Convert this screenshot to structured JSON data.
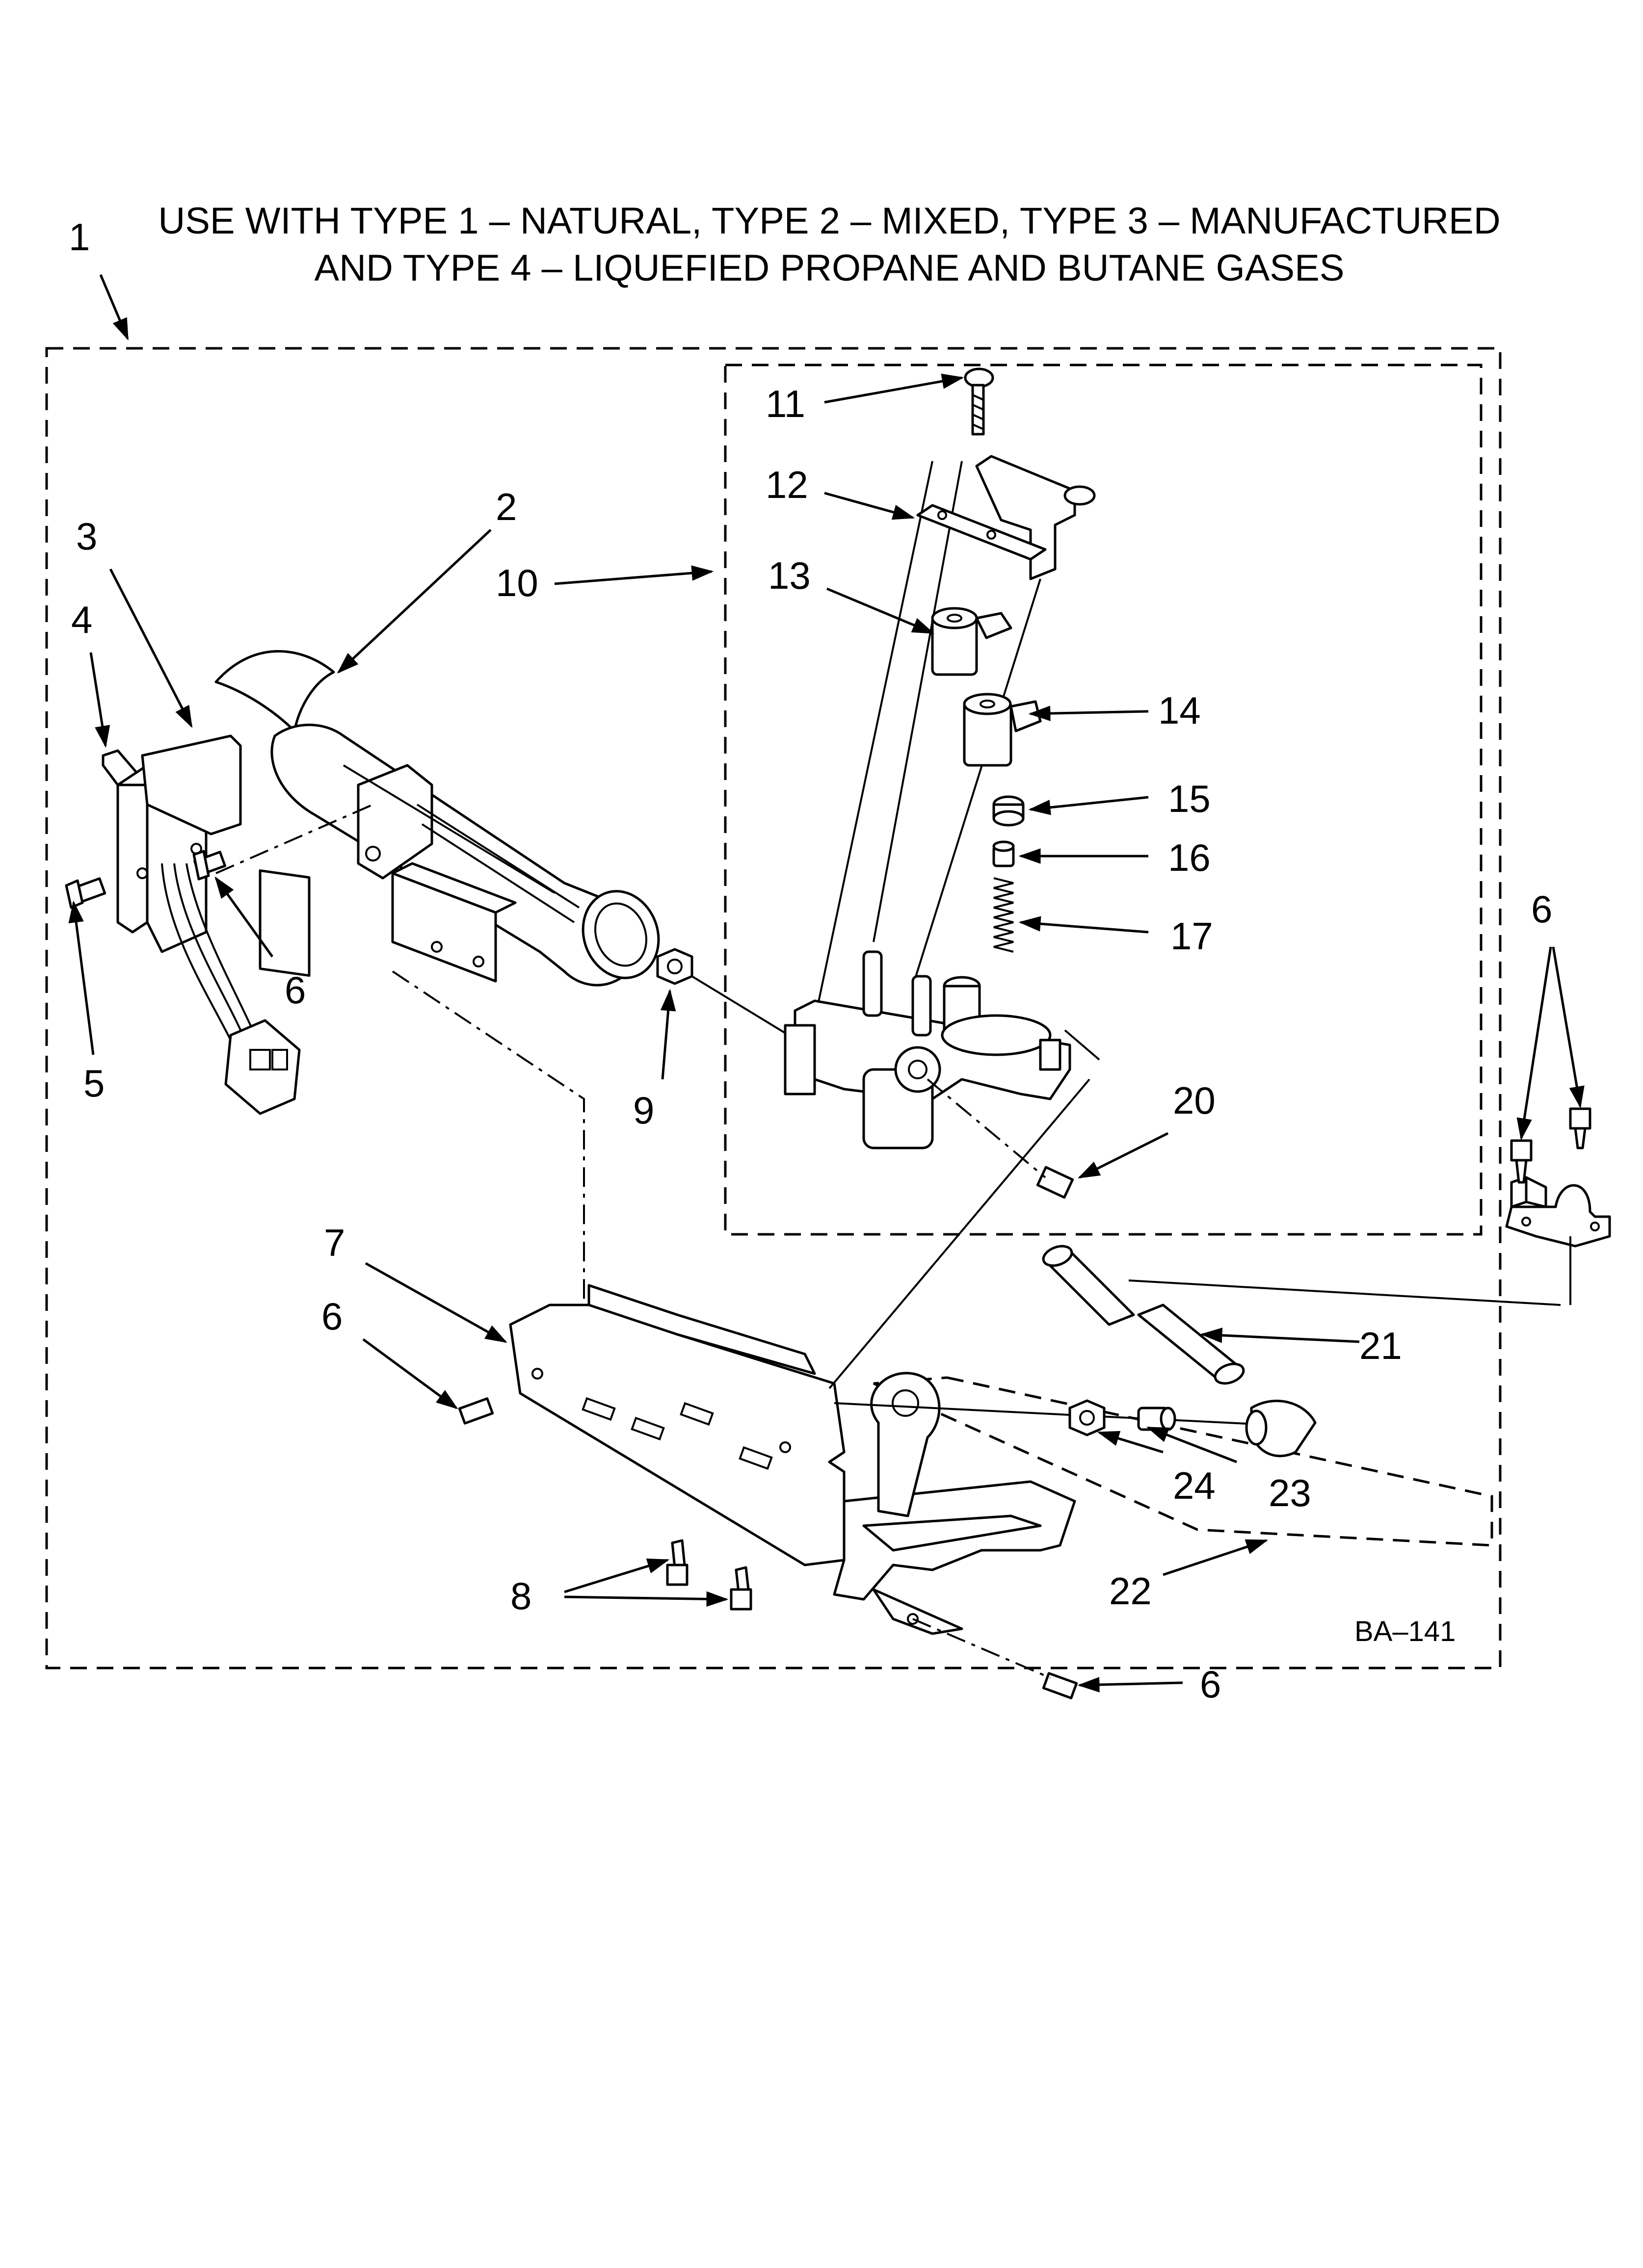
{
  "title": {
    "line1": "USE WITH TYPE 1 – NATURAL, TYPE 2 – MIXED, TYPE 3 – MANUFACTURED",
    "line2": "AND TYPE 4 – LIQUEFIED PROPANE AND BUTANE GASES"
  },
  "diagram_code": "BA–141",
  "callouts": {
    "c1": "1",
    "c2": "2",
    "c3": "3",
    "c4": "4",
    "c5": "5",
    "c6a": "6",
    "c6b": "6",
    "c6c": "6",
    "c6d": "6",
    "c7": "7",
    "c8": "8",
    "c9": "9",
    "c10": "10",
    "c11": "11",
    "c12": "12",
    "c13": "13",
    "c14": "14",
    "c15": "15",
    "c16": "16",
    "c17": "17",
    "c20": "20",
    "c21": "21",
    "c22": "22",
    "c23": "23",
    "c24": "24"
  }
}
